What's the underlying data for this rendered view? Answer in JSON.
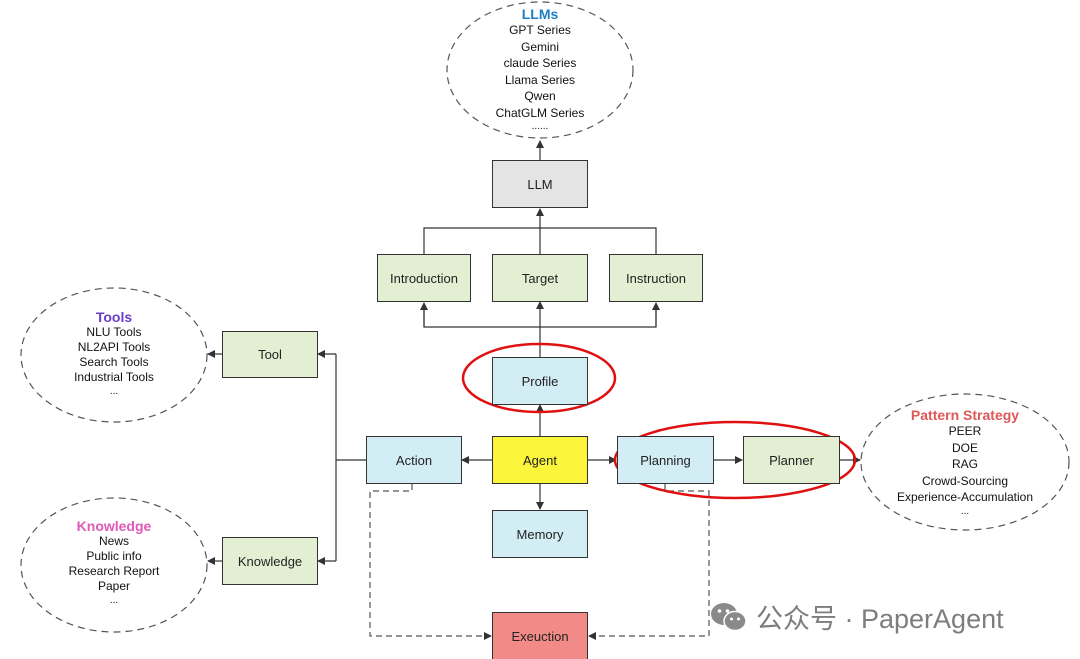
{
  "nodes": {
    "llm": "LLM",
    "introduction": "Introduction",
    "target": "Target",
    "instruction": "Instruction",
    "profile": "Profile",
    "tool": "Tool",
    "action": "Action",
    "agent": "Agent",
    "planning": "Planning",
    "planner": "Planner",
    "memory": "Memory",
    "knowledge": "Knowledge",
    "execution": "Exeuction"
  },
  "llms": {
    "title": "LLMs",
    "items": [
      "GPT Series",
      "Gemini",
      "claude Series",
      "Llama Series",
      "Qwen",
      "ChatGLM Series",
      "......"
    ]
  },
  "tools": {
    "title": "Tools",
    "items": [
      "NLU Tools",
      "NL2API Tools",
      "Search Tools",
      "Industrial Tools",
      "..."
    ]
  },
  "knowledge": {
    "title": "Knowledge",
    "items": [
      "News",
      "Public info",
      "Research Report",
      "Paper",
      "..."
    ]
  },
  "pattern_strategy": {
    "title": "Pattern Strategy",
    "items": [
      "PEER",
      "DOE",
      "RAG",
      "Crowd-Sourcing",
      "Experience-Accumulation",
      "..."
    ]
  },
  "watermark": "公众号 · PaperAgent",
  "colors": {
    "llms_title": "#1f7fc4",
    "tools_title": "#6a3fc8",
    "knowledge_title": "#e058b8",
    "pattern_title": "#e05757",
    "highlight": "#e01010"
  }
}
